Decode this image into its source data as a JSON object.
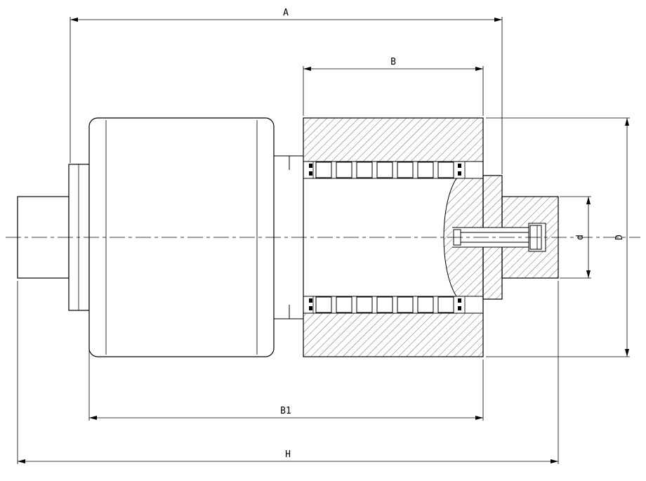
{
  "drawing": {
    "background_color": "#ffffff",
    "line_color": "#000000",
    "labels": {
      "dim_a": "A",
      "dim_b": "B",
      "dim_b1": "B1",
      "dim_h": "H",
      "dim_d_small": "d",
      "dim_d_large": "D"
    }
  }
}
